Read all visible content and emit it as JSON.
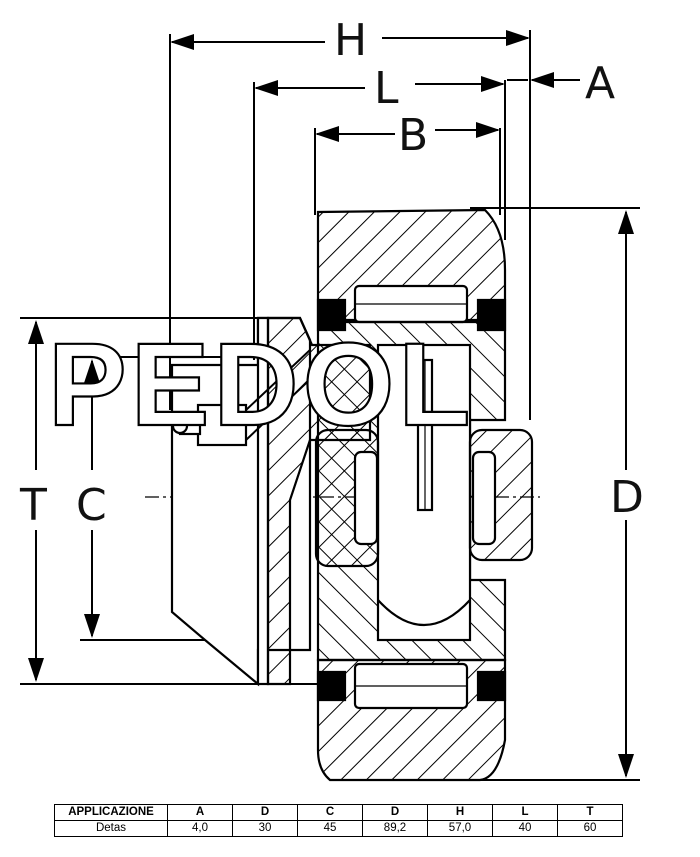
{
  "dimensions": {
    "H": "H",
    "L": "L",
    "A": "A",
    "B": "B",
    "D": "D",
    "T": "T",
    "C": "C"
  },
  "watermark": "PEDOL",
  "table": {
    "headers": [
      "APPLICAZIONE",
      "A",
      "D",
      "C",
      "D",
      "H",
      "L",
      "T"
    ],
    "rows": [
      [
        "Detas",
        "4,0",
        "30",
        "45",
        "89,2",
        "57,0",
        "40",
        "60"
      ]
    ]
  }
}
